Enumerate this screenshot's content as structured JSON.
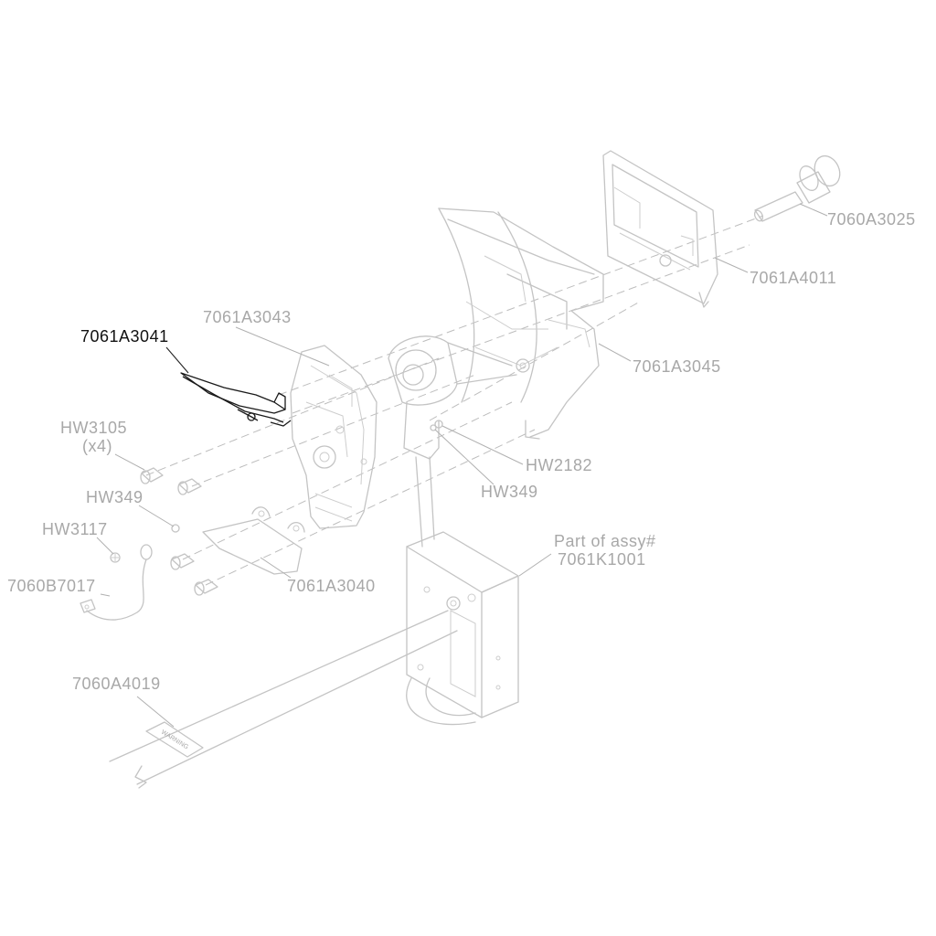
{
  "diagram": {
    "accent_color": "#111111",
    "muted_color": "#a8a8a8",
    "callouts": [
      {
        "id": "7060A3025",
        "text": "7060A3025",
        "highlighted": false
      },
      {
        "id": "7061A4011",
        "text": "7061A4011",
        "highlighted": false
      },
      {
        "id": "7061A3043",
        "text": "7061A3043",
        "highlighted": false
      },
      {
        "id": "7061A3041",
        "text": "7061A3041",
        "highlighted": true
      },
      {
        "id": "7061A3045",
        "text": "7061A3045",
        "highlighted": false
      },
      {
        "id": "HW3105",
        "text": "HW3105",
        "highlighted": false
      },
      {
        "id": "HW3105-qty",
        "text": "(x4)",
        "highlighted": false
      },
      {
        "id": "HW2182",
        "text": "HW2182",
        "highlighted": false
      },
      {
        "id": "HW349-right",
        "text": "HW349",
        "highlighted": false
      },
      {
        "id": "HW349-left",
        "text": "HW349",
        "highlighted": false
      },
      {
        "id": "HW3117",
        "text": "HW3117",
        "highlighted": false
      },
      {
        "id": "7060B7017",
        "text": "7060B7017",
        "highlighted": false
      },
      {
        "id": "7061A3040",
        "text": "7061A3040",
        "highlighted": false
      },
      {
        "id": "assy-line1",
        "text": "Part of assy#",
        "highlighted": false
      },
      {
        "id": "assy-line2",
        "text": "7061K1001",
        "highlighted": false
      },
      {
        "id": "7060A4019",
        "text": "7060A4019",
        "highlighted": false
      }
    ],
    "warning_tag": "WARNING"
  }
}
